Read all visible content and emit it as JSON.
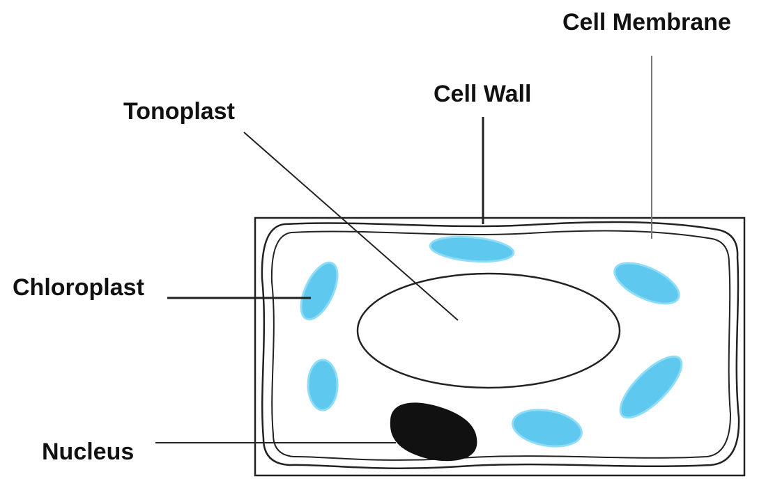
{
  "labels": {
    "cell_membrane": "Cell Membrane",
    "cell_wall": "Cell Wall",
    "tonoplast": "Tonoplast",
    "chloroplast": "Chloroplast",
    "nucleus": "Nucleus"
  },
  "colors": {
    "chloroplast_fill": "#5ec8ee",
    "chloroplast_inner": "#8fdcf6",
    "nucleus_fill": "#111111",
    "line": "#222222",
    "leader_gray": "#777777"
  }
}
